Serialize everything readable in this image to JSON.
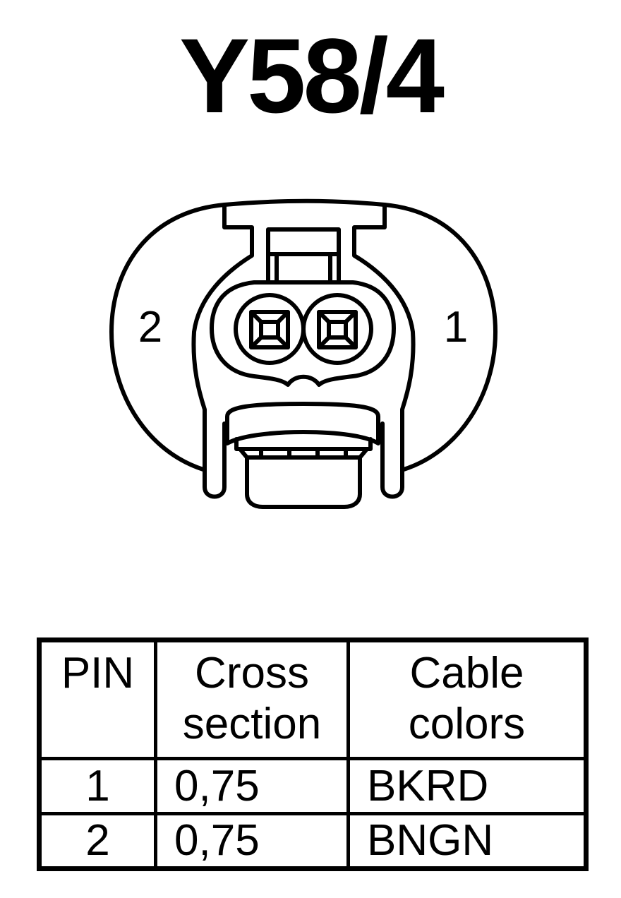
{
  "diagram": {
    "title": "Y58/4",
    "pin_labels": {
      "left": "2",
      "right": "1"
    }
  },
  "table": {
    "headers": {
      "pin": "PIN",
      "cross_section_line1": "Cross",
      "cross_section_line2": "section",
      "cable_colors_line1": "Cable",
      "cable_colors_line2": "colors"
    },
    "rows": [
      {
        "pin": "1",
        "cross_section": "0,75",
        "cable_color": "BKRD"
      },
      {
        "pin": "2",
        "cross_section": "0,75",
        "cable_color": "BNGN"
      }
    ]
  }
}
